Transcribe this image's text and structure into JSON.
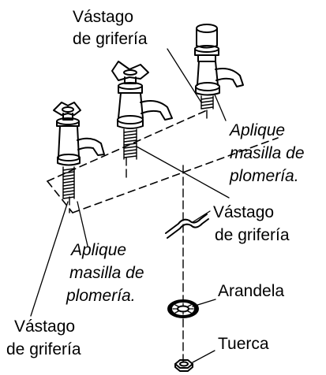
{
  "labels": {
    "stem_top": [
      "Vástago",
      "de grifería"
    ],
    "putty_right": [
      "Aplique",
      "masilla de",
      "plomería."
    ],
    "stem_mid": [
      "Vástago",
      "de grifería"
    ],
    "putty_left": [
      "Aplique",
      "masilla de",
      "plomería."
    ],
    "washer": "Arandela",
    "nut": "Tuerca",
    "stem_bottom": [
      "Vástago",
      "de grifería"
    ]
  },
  "parts": {
    "faucets": [
      "left-cross-handle-faucet",
      "middle-cross-handle-faucet",
      "right-single-lever-faucet"
    ],
    "hardware": [
      "spring-clip",
      "washer",
      "nut"
    ]
  }
}
